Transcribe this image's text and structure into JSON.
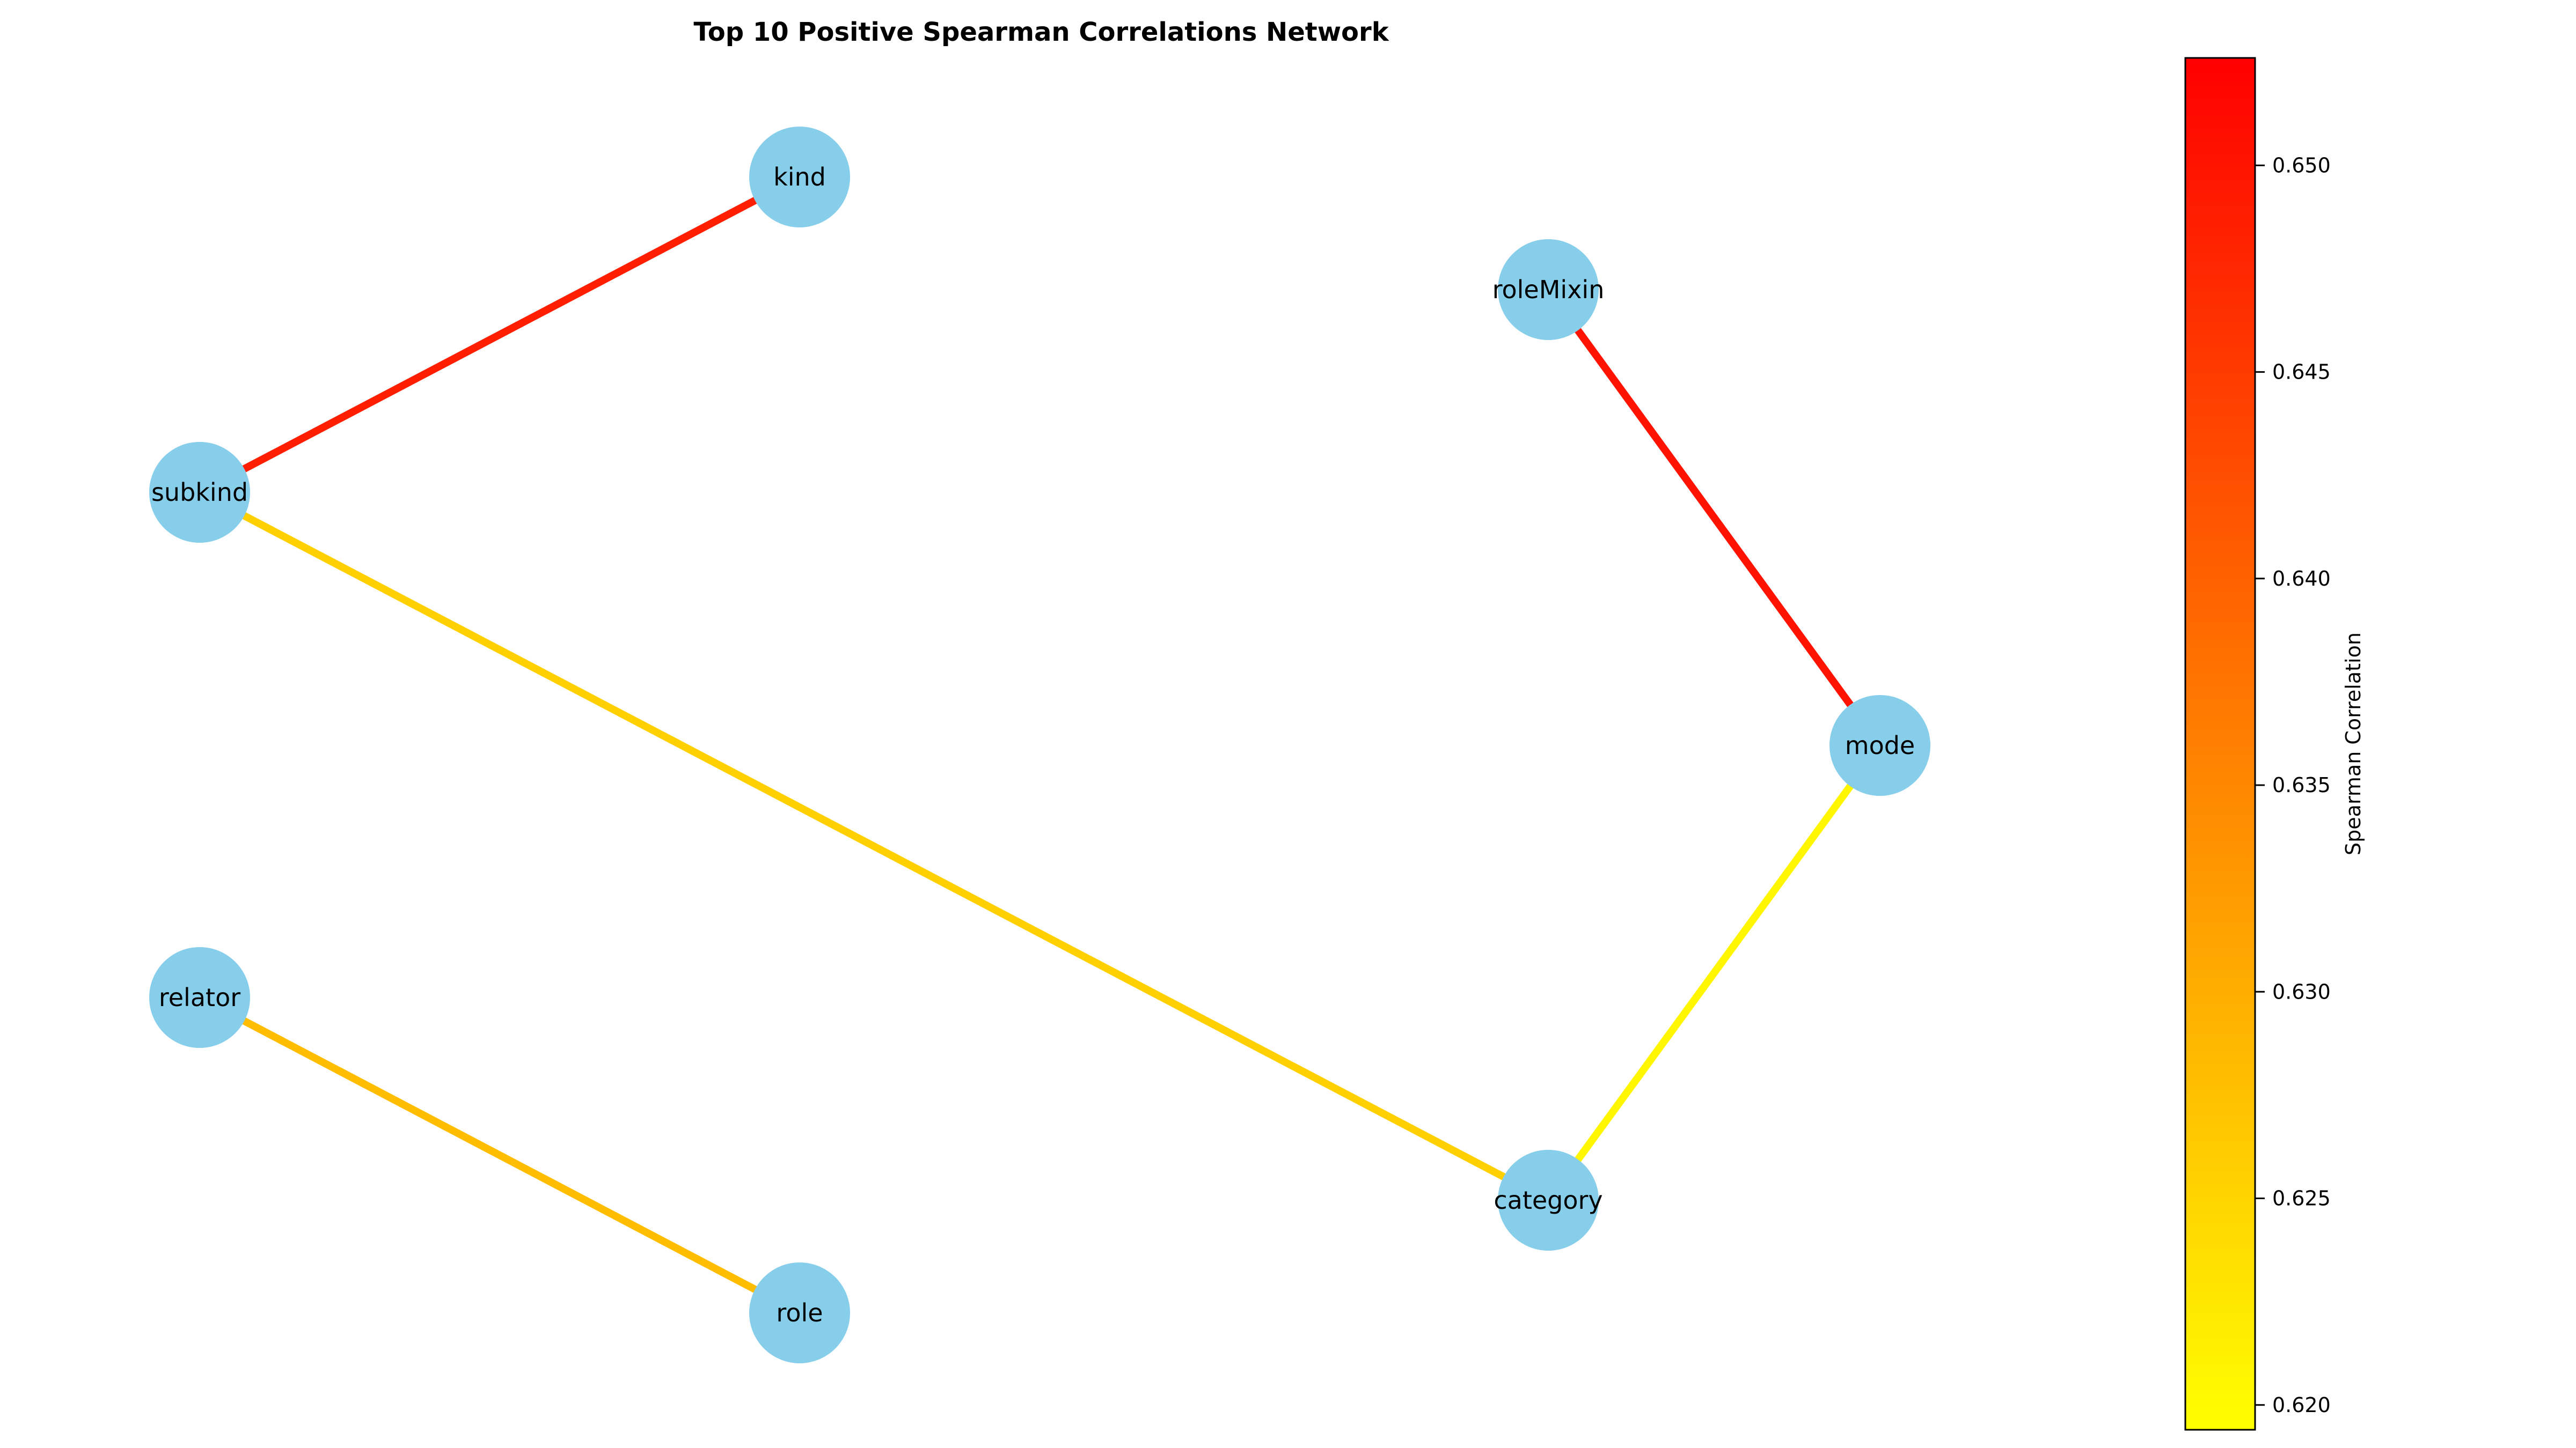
{
  "title": "Top 10 Positive Spearman Correlations Network",
  "nodes": [
    {
      "id": "kind",
      "label": "kind"
    },
    {
      "id": "roleMixin",
      "label": "roleMixin"
    },
    {
      "id": "subkind",
      "label": "subkind"
    },
    {
      "id": "mode",
      "label": "mode"
    },
    {
      "id": "relator",
      "label": "relator"
    },
    {
      "id": "category",
      "label": "category"
    },
    {
      "id": "role",
      "label": "role"
    }
  ],
  "edges": [
    {
      "source": "subkind",
      "target": "kind",
      "color": "#ff1f00"
    },
    {
      "source": "roleMixin",
      "target": "mode",
      "color": "#ff1200"
    },
    {
      "source": "subkind",
      "target": "category",
      "color": "#ffd000"
    },
    {
      "source": "mode",
      "target": "category",
      "color": "#fff600"
    },
    {
      "source": "relator",
      "target": "role",
      "color": "#ffbd00"
    }
  ],
  "colorbar": {
    "label": "Spearman Correlation",
    "min": 0.6194,
    "max": 0.6526,
    "ticks": [
      "0.620",
      "0.625",
      "0.630",
      "0.635",
      "0.640",
      "0.645",
      "0.650"
    ],
    "color_low": "#ffff00",
    "color_high": "#ff0000"
  },
  "colors": {
    "node_fill": "#87ceeb",
    "text": "#000000"
  }
}
